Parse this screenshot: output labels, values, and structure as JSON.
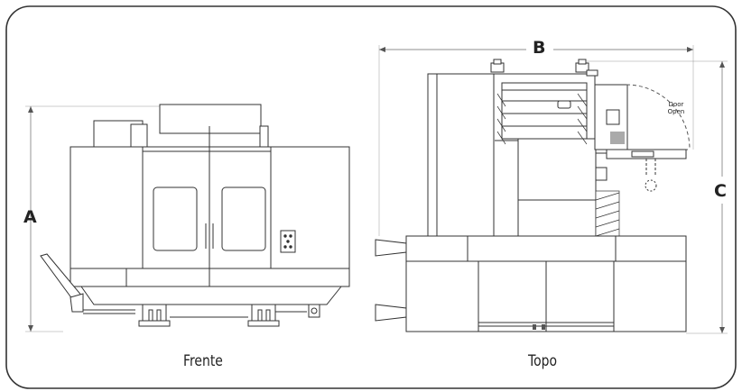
{
  "labels": {
    "dim_a": "A",
    "dim_b": "B",
    "dim_c": "C",
    "front_caption": "Frente",
    "top_caption": "Topo",
    "door_open_line1": "Door",
    "door_open_line2": "Open"
  }
}
